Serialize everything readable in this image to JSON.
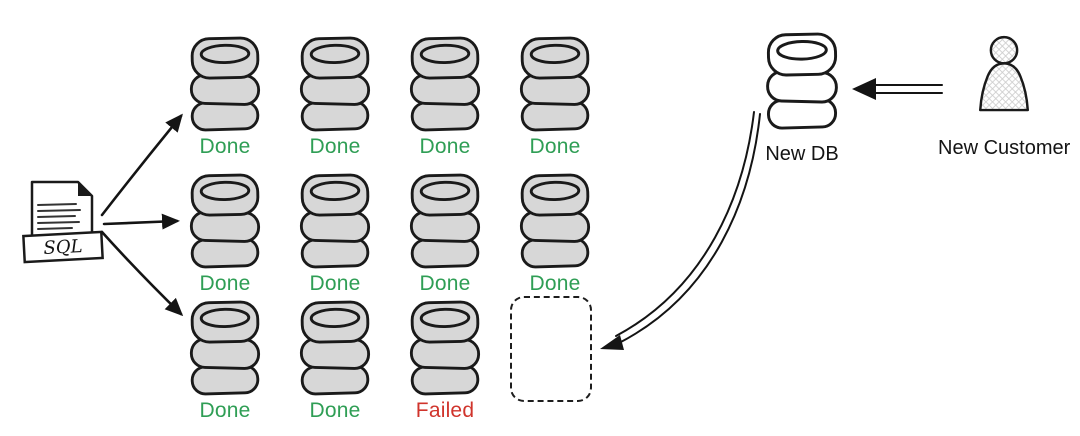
{
  "sql_file": {
    "label": "SQL"
  },
  "grid": {
    "rows": [
      {
        "items": [
          {
            "status": "Done",
            "color": "#2f9e55"
          },
          {
            "status": "Done",
            "color": "#2f9e55"
          },
          {
            "status": "Done",
            "color": "#2f9e55"
          },
          {
            "status": "Done",
            "color": "#2f9e55"
          }
        ]
      },
      {
        "items": [
          {
            "status": "Done",
            "color": "#2f9e55"
          },
          {
            "status": "Done",
            "color": "#2f9e55"
          },
          {
            "status": "Done",
            "color": "#2f9e55"
          },
          {
            "status": "Done",
            "color": "#2f9e55"
          }
        ]
      },
      {
        "items": [
          {
            "status": "Done",
            "color": "#2f9e55"
          },
          {
            "status": "Done",
            "color": "#2f9e55"
          },
          {
            "status": "Failed",
            "color": "#d0342c"
          }
        ]
      }
    ]
  },
  "new_db": {
    "label": "New DB"
  },
  "new_customer": {
    "label": "New Customer"
  },
  "icons": {
    "database": "database-cylinder-icon",
    "person": "person-icon",
    "sql_document": "sql-document-icon",
    "arrow": "hand-drawn-arrow"
  },
  "colors": {
    "done": "#2f9e55",
    "failed": "#d0342c",
    "db_fill": "#d7d7d7",
    "new_db_fill": "#ffffff",
    "ink": "#161616"
  }
}
